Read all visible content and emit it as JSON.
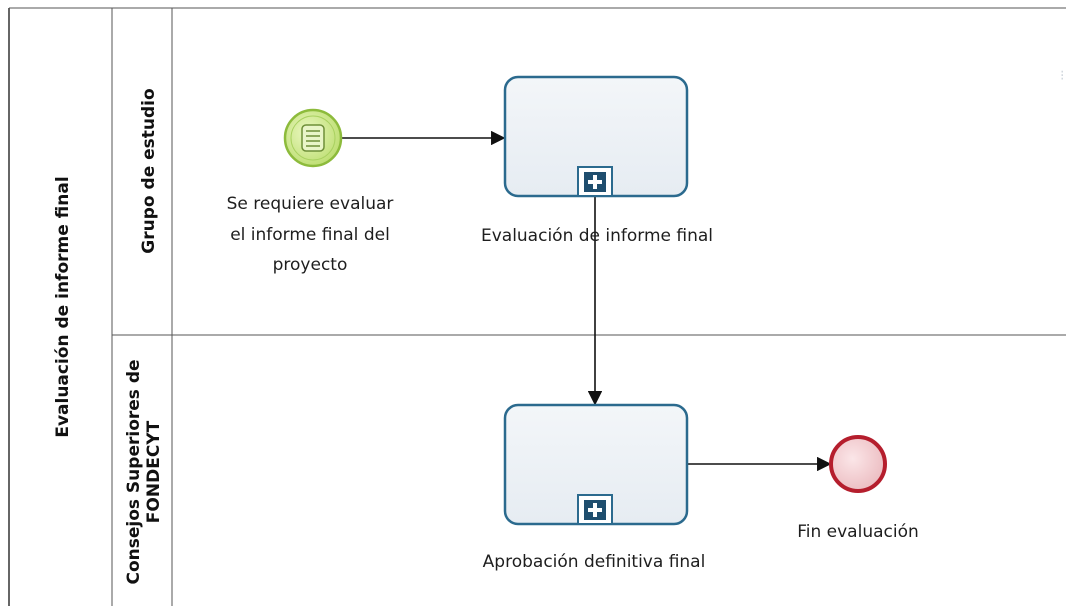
{
  "pool": {
    "label": "Evaluación de informe final"
  },
  "lanes": [
    {
      "label": "Grupo de estudio"
    },
    {
      "label_line1": "Consejos Superiores de",
      "label_line2": "FONDECYT"
    }
  ],
  "start_event": {
    "type": "message-start-event",
    "label_lines": [
      "Se requiere evaluar",
      "el informe final del",
      "proyecto"
    ]
  },
  "tasks": [
    {
      "label": "Evaluación de informe final",
      "marker": "subprocess-plus-icon"
    },
    {
      "label": "Aprobación definitiva final",
      "marker": "subprocess-plus-icon"
    }
  ],
  "end_event": {
    "label": "Fin evaluación"
  },
  "colors": {
    "task_border": "#2b6a8e",
    "start_fill": "#cfe98a",
    "start_border": "#7cab2f",
    "end_fill": "#f2c9cc",
    "end_border": "#b51e2d",
    "line": "#555555"
  }
}
